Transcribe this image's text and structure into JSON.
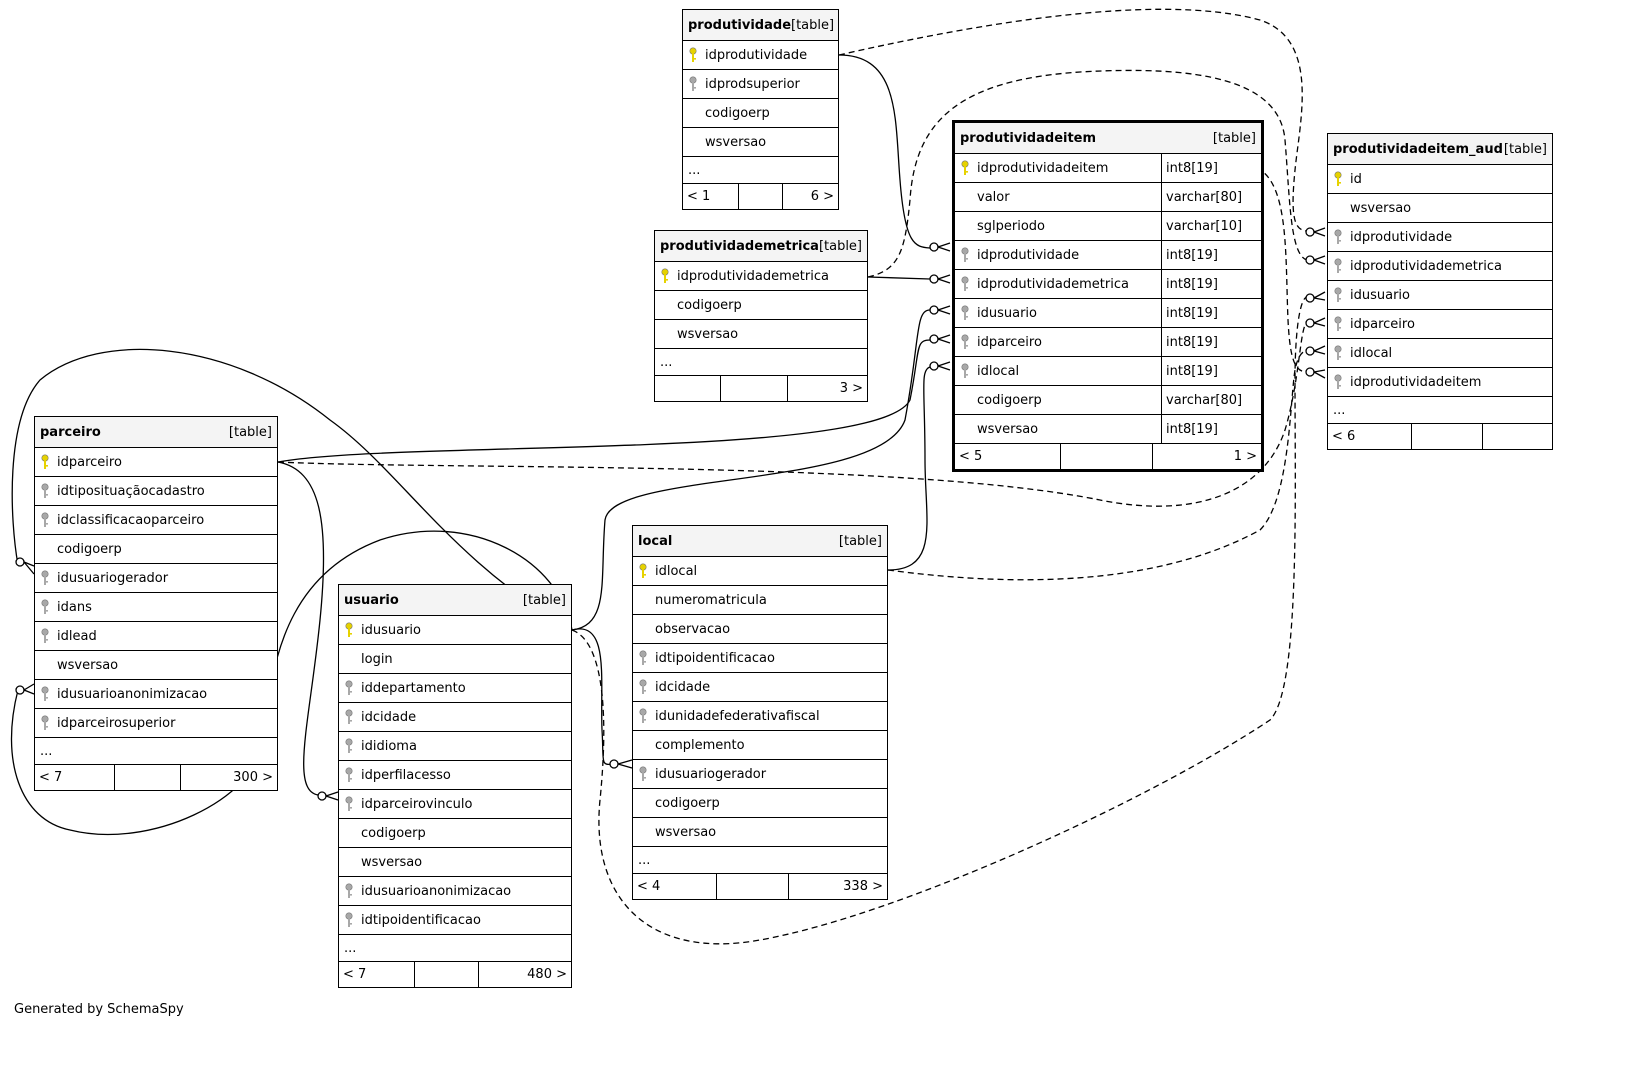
{
  "footer": {
    "generated_by": "Generated by SchemaSpy"
  },
  "colors": {
    "pk_key": "#e6d200",
    "fk_key": "#a8a8a8",
    "header_bg": "#f4f4f4"
  },
  "tables": [
    {
      "id": "produtividade",
      "name": "produtividade",
      "type": "[table]",
      "columns": [
        {
          "name": "idprodutividade",
          "key": "pk"
        },
        {
          "name": "idprodsuperior",
          "key": "fk"
        },
        {
          "name": "codigoerp",
          "key": ""
        },
        {
          "name": "wsversao",
          "key": ""
        }
      ],
      "more": "...",
      "footer": {
        "parents": "< 1",
        "middle": "",
        "children": "6 >"
      }
    },
    {
      "id": "produtividademetrica",
      "name": "produtividademetrica",
      "type": "[table]",
      "columns": [
        {
          "name": "idprodutividademetrica",
          "key": "pk"
        },
        {
          "name": "codigoerp",
          "key": ""
        },
        {
          "name": "wsversao",
          "key": ""
        }
      ],
      "more": "...",
      "footer": {
        "parents": "",
        "middle": "",
        "children": "3 >"
      }
    },
    {
      "id": "produtividadeitem",
      "name": "produtividadeitem",
      "type": "[table]",
      "focus": true,
      "columns": [
        {
          "name": "idprodutividadeitem",
          "key": "pk",
          "dtype": "int8[19]"
        },
        {
          "name": "valor",
          "key": "",
          "dtype": "varchar[80]"
        },
        {
          "name": "sglperiodo",
          "key": "",
          "dtype": "varchar[10]"
        },
        {
          "name": "idprodutividade",
          "key": "fk",
          "dtype": "int8[19]"
        },
        {
          "name": "idprodutividademetrica",
          "key": "fk",
          "dtype": "int8[19]"
        },
        {
          "name": "idusuario",
          "key": "fk",
          "dtype": "int8[19]"
        },
        {
          "name": "idparceiro",
          "key": "fk",
          "dtype": "int8[19]"
        },
        {
          "name": "idlocal",
          "key": "fk",
          "dtype": "int8[19]"
        },
        {
          "name": "codigoerp",
          "key": "",
          "dtype": "varchar[80]"
        },
        {
          "name": "wsversao",
          "key": "",
          "dtype": "int8[19]"
        }
      ],
      "more": "",
      "footer": {
        "parents": "< 5",
        "middle": "",
        "children": "1 >"
      }
    },
    {
      "id": "produtividadeitem_aud",
      "name": "produtividadeitem_aud",
      "type": "[table]",
      "columns": [
        {
          "name": "id",
          "key": "pk"
        },
        {
          "name": "wsversao",
          "key": ""
        },
        {
          "name": "idprodutividade",
          "key": "fk"
        },
        {
          "name": "idprodutividademetrica",
          "key": "fk"
        },
        {
          "name": "idusuario",
          "key": "fk"
        },
        {
          "name": "idparceiro",
          "key": "fk"
        },
        {
          "name": "idlocal",
          "key": "fk"
        },
        {
          "name": "idprodutividadeitem",
          "key": "fk"
        }
      ],
      "more": "...",
      "footer": {
        "parents": "< 6",
        "middle": "",
        "children": ""
      }
    },
    {
      "id": "parceiro",
      "name": "parceiro",
      "type": "[table]",
      "columns": [
        {
          "name": "idparceiro",
          "key": "pk"
        },
        {
          "name": "idtiposituaçãocadastro",
          "key": "fk"
        },
        {
          "name": "idclassificacaoparceiro",
          "key": "fk"
        },
        {
          "name": "codigoerp",
          "key": ""
        },
        {
          "name": "idusuariogerador",
          "key": "fk"
        },
        {
          "name": "idans",
          "key": "fk"
        },
        {
          "name": "idlead",
          "key": "fk"
        },
        {
          "name": "wsversao",
          "key": ""
        },
        {
          "name": "idusuarioanonimizacao",
          "key": "fk"
        },
        {
          "name": "idparceirosuperior",
          "key": "fk"
        }
      ],
      "more": "...",
      "footer": {
        "parents": "< 7",
        "middle": "",
        "children": "300 >"
      }
    },
    {
      "id": "usuario",
      "name": "usuario",
      "type": "[table]",
      "columns": [
        {
          "name": "idusuario",
          "key": "pk"
        },
        {
          "name": "login",
          "key": ""
        },
        {
          "name": "iddepartamento",
          "key": "fk"
        },
        {
          "name": "idcidade",
          "key": "fk"
        },
        {
          "name": "ididioma",
          "key": "fk"
        },
        {
          "name": "idperfilacesso",
          "key": "fk"
        },
        {
          "name": "idparceirovinculo",
          "key": "fk"
        },
        {
          "name": "codigoerp",
          "key": ""
        },
        {
          "name": "wsversao",
          "key": ""
        },
        {
          "name": "idusuarioanonimizacao",
          "key": "fk"
        },
        {
          "name": "idtipoidentificacao",
          "key": "fk"
        }
      ],
      "more": "...",
      "footer": {
        "parents": "< 7",
        "middle": "",
        "children": "480 >"
      }
    },
    {
      "id": "local",
      "name": "local",
      "type": "[table]",
      "columns": [
        {
          "name": "idlocal",
          "key": "pk"
        },
        {
          "name": "numeromatricula",
          "key": ""
        },
        {
          "name": "observacao",
          "key": ""
        },
        {
          "name": "idtipoidentificacao",
          "key": "fk"
        },
        {
          "name": "idcidade",
          "key": "fk"
        },
        {
          "name": "idunidadefederativafiscal",
          "key": "fk"
        },
        {
          "name": "complemento",
          "key": ""
        },
        {
          "name": "idusuariogerador",
          "key": "fk"
        },
        {
          "name": "codigoerp",
          "key": ""
        },
        {
          "name": "wsversao",
          "key": ""
        }
      ],
      "more": "...",
      "footer": {
        "parents": "< 4",
        "middle": "",
        "children": "338 >"
      }
    }
  ]
}
